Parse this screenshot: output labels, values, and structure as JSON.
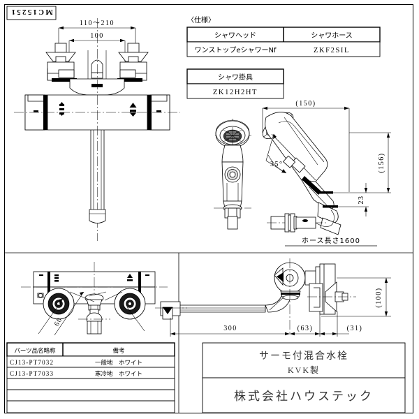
{
  "drawing": {
    "part_number": "MC15251",
    "spec_label": "〈仕様〉"
  },
  "spec_table": {
    "headers": [
      "シャワヘッド",
      "シャワホース"
    ],
    "rows": [
      [
        "ワンストップeシャワーNf",
        "ZKF2SIL"
      ]
    ]
  },
  "hook_table": {
    "header": "シャワ掛具",
    "value": "ZK12H2HT"
  },
  "dimensions": {
    "spread_range": "110～210",
    "spread_center": "100",
    "head_length": "(150)",
    "head_height": "(156)",
    "head_offset": "23",
    "spray_angle": "35°",
    "hose_length": "ホース長さ1600",
    "flange_dia": "60",
    "spout_length": "300",
    "body_depth": "(63)",
    "wall_offset": "(31)",
    "wall_height": "(100)"
  },
  "parts_table": {
    "headers": [
      "パーツ品名略称",
      "備考"
    ],
    "rows": [
      [
        "CJ13-PT7032",
        "一般地　ホワイト"
      ],
      [
        "CJ13-PT7033",
        "寒冷地　ホワイト"
      ],
      [
        "",
        ""
      ],
      [
        "",
        ""
      ],
      [
        "",
        ""
      ]
    ]
  },
  "title_block": {
    "product_name": "サーモ付混合水栓",
    "maker": "KVK製",
    "company": "株式会社ハウステック"
  },
  "colors": {
    "line": "#000000",
    "background": "#ffffff",
    "title_text": "#333333"
  }
}
